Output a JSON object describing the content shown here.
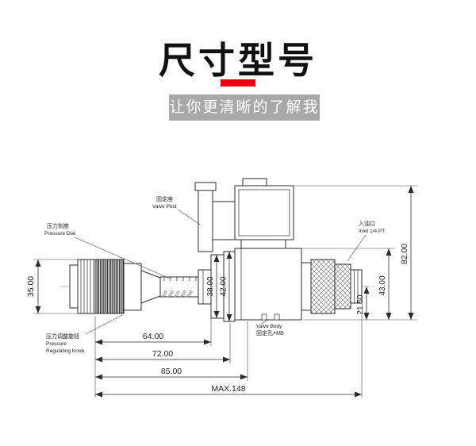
{
  "header": {
    "title": "尺寸型号",
    "subtitle": "让你更清晰的了解我"
  },
  "colors": {
    "accent_red": "#e60012",
    "subtitle_bg": "#a8a8a8",
    "line": "#2b2b2b"
  },
  "drawing": {
    "dims": {
      "knob_od": "35.00",
      "plate_38": "38.00",
      "plate_42": "42.00",
      "h_21": "21.50",
      "h_43": "43.00",
      "h_82": "82.00",
      "len_64": "64.00",
      "len_72": "72.00",
      "len_85": "85.00",
      "len_max": "MAX.148"
    },
    "labels": {
      "dial_cn": "压力刻度",
      "dial_en": "Pressure Dial",
      "post_cn": "固定座",
      "post_en": "Valve Post",
      "inlet_cn": "入油口",
      "inlet_en": "Inlet 1/4 PT",
      "knob_cn": "压力调整旋钮",
      "knob_en_1": "Pressure",
      "knob_en_2": "Regulating Knob",
      "body_en": "Valve Body",
      "hole_cn": "固定孔×M5"
    },
    "dial_scale": [
      "120",
      "140",
      "171",
      "210",
      "230"
    ]
  }
}
